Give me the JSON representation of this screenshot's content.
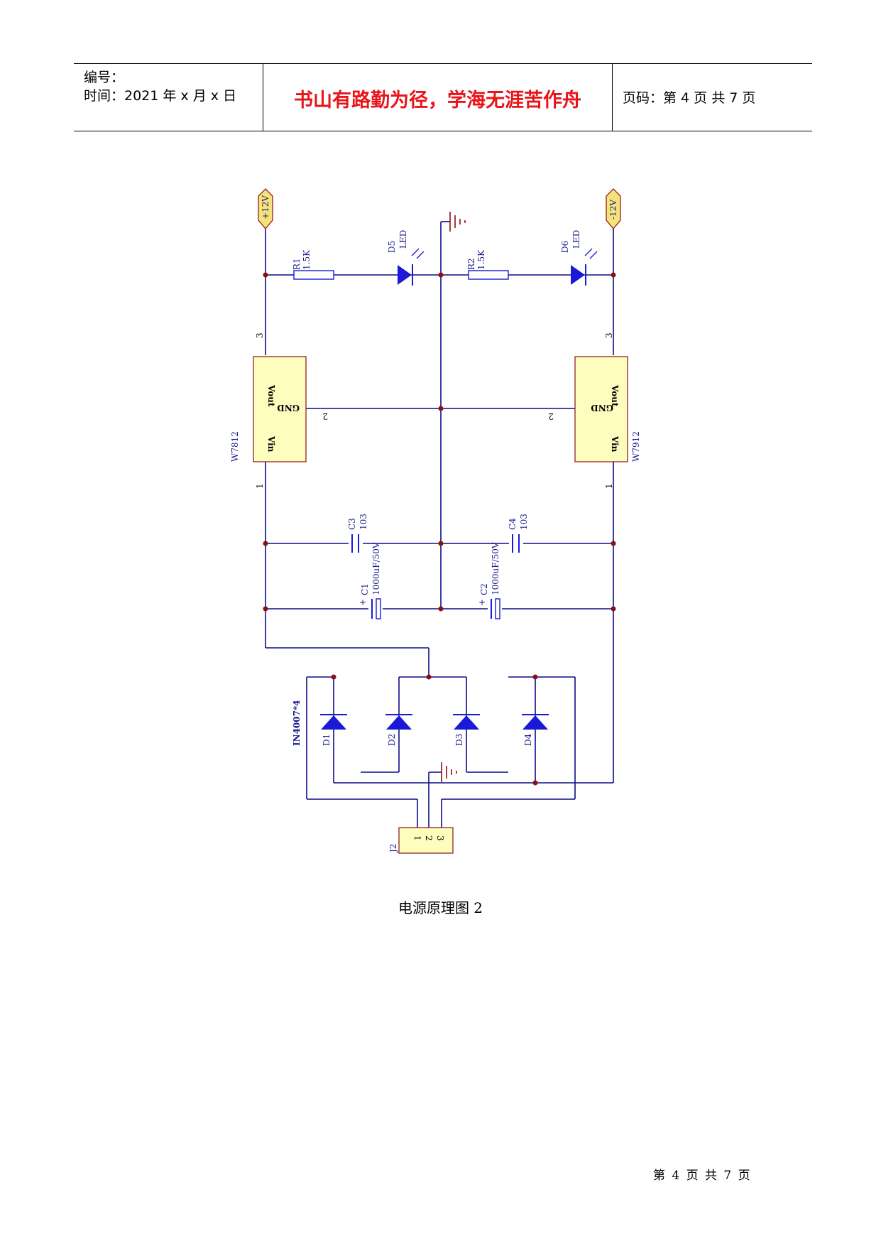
{
  "header": {
    "code_label": "编号：",
    "time_label": "时间：2021 年 x 月 x 日",
    "motto": "书山有路勤为径，学海无涯苦作舟",
    "page_label": "页码：第 4 页 共 7 页"
  },
  "schematic": {
    "net_pos": "+12V",
    "net_neg": "-12V",
    "r1": {
      "ref": "R1",
      "value": "1.5K"
    },
    "r2": {
      "ref": "R2",
      "value": "1.5K"
    },
    "d5": {
      "ref": "D5",
      "value": "LED"
    },
    "d6": {
      "ref": "D6",
      "value": "LED"
    },
    "u_left": {
      "ref": "W7812",
      "vout": "Vout",
      "gnd": "GND",
      "vin": "Vin"
    },
    "u_right": {
      "ref": "W7912",
      "vout": "Vout",
      "gnd": "GND",
      "vin": "Vin"
    },
    "pin_1": "1",
    "pin_2": "2",
    "pin_3": "3",
    "c3": {
      "ref": "C3",
      "value": "103"
    },
    "c4": {
      "ref": "C4",
      "value": "103"
    },
    "c1": {
      "ref": "C1",
      "value": "1000uF/50V"
    },
    "c2": {
      "ref": "C2",
      "value": "1000uF/50V"
    },
    "plus": "+",
    "bridge_label": "IN4007*4",
    "diodes": [
      "D1",
      "D2",
      "D3",
      "D4"
    ],
    "j2": {
      "ref": "J2",
      "pins": [
        "1",
        "2",
        "3"
      ]
    },
    "colors": {
      "wire": "#0b0b8c",
      "component": "#1a1ad6",
      "junction": "#8b1010",
      "ground": "#8b1010",
      "ic_fill": "#fdfdbe",
      "net_fill": "#f5e37a"
    }
  },
  "caption": "电源原理图 2",
  "footer": "第 4 页 共 7 页"
}
